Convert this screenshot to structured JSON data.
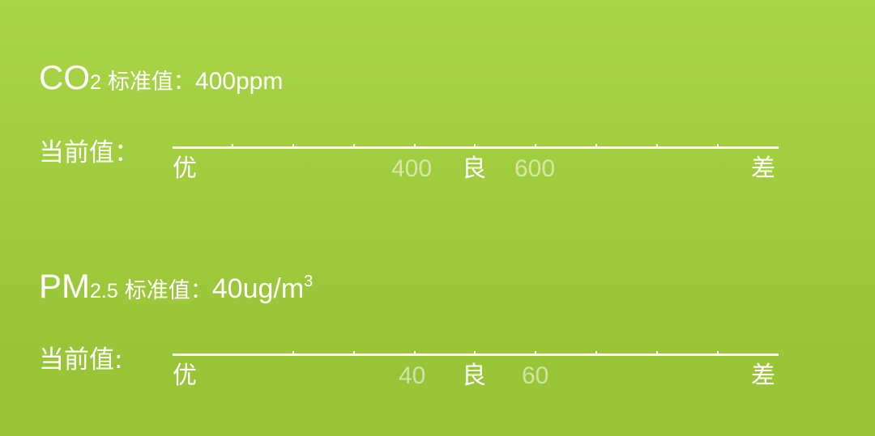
{
  "co2": {
    "gas": "CO",
    "subscript": "2",
    "standard_label": "标准值：",
    "standard_value": "400ppm",
    "current_label": "当前值：",
    "scale": {
      "grade_good": "优",
      "grade_medium": "良",
      "grade_poor": "差",
      "threshold_low": "400",
      "threshold_high": "600"
    }
  },
  "pm25": {
    "gas": "PM",
    "subscript": "2.5",
    "standard_label": "标准值：",
    "standard_value": "40ug/m",
    "superscript": "3",
    "current_label": "当前值:",
    "scale": {
      "grade_good": "优",
      "grade_medium": "良",
      "grade_poor": "差",
      "threshold_low": "40",
      "threshold_high": "60"
    }
  }
}
